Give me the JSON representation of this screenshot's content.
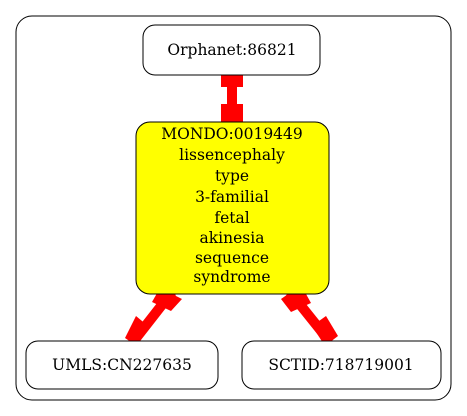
{
  "nodes": {
    "orphanet": {
      "label": "Orphanet:86821"
    },
    "mondo": {
      "label_lines": [
        "MONDO:0019449",
        "lissencephaly",
        "type",
        "3-familial",
        "fetal",
        "akinesia",
        "sequence",
        "syndrome"
      ],
      "fill": "#ffff00"
    },
    "umls": {
      "label": "UMLS:CN227635"
    },
    "sctid": {
      "label": "SCTID:718719001"
    }
  },
  "colors": {
    "edge": "#ff0000",
    "node_border": "#000000",
    "node_fill": "#ffffff"
  },
  "edges": [
    {
      "from": "orphanet",
      "to": "mondo"
    },
    {
      "from": "mondo",
      "to": "umls"
    },
    {
      "from": "mondo",
      "to": "sctid"
    }
  ]
}
